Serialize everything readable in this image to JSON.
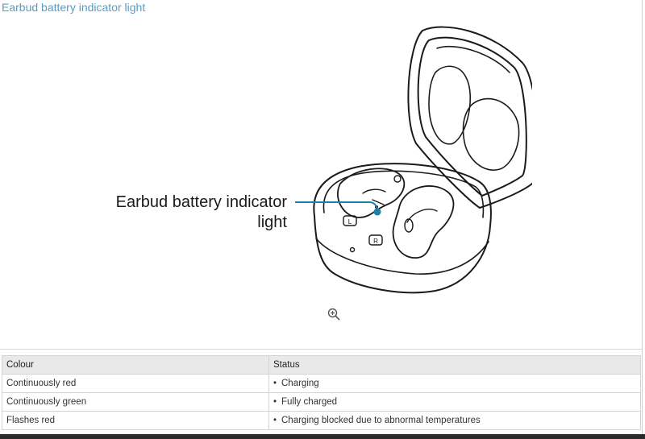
{
  "section": {
    "title": "Earbud battery indicator light"
  },
  "figure": {
    "callout_line1": "Earbud battery indicator",
    "callout_line2": "light",
    "left_bud_mark": "L",
    "right_bud_mark": "R",
    "zoom_icon": "zoom-in-icon"
  },
  "table": {
    "headers": {
      "colour": "Colour",
      "status": "Status"
    },
    "rows": [
      {
        "colour": "Continuously red",
        "status": "Charging"
      },
      {
        "colour": "Continuously green",
        "status": "Fully charged"
      },
      {
        "colour": "Flashes red",
        "status": "Charging blocked due to abnormal temperatures"
      }
    ],
    "bullet": "•"
  },
  "colors": {
    "title": "#5b9bc4",
    "callout": "#1f7fa8",
    "header_bg": "#e9e9e9"
  }
}
